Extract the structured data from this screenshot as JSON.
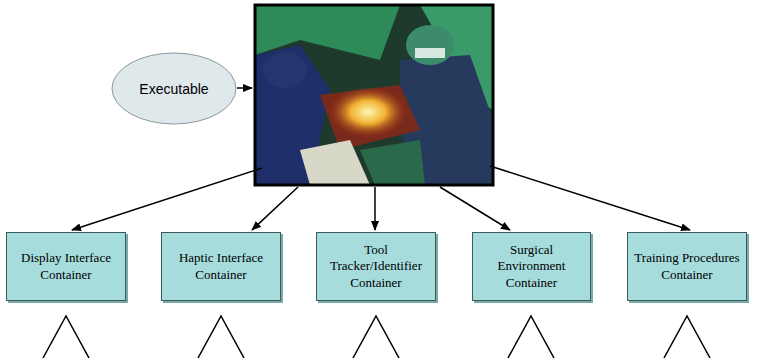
{
  "diagram": {
    "nodes": [
      {
        "text": [
          "Executable"
        ]
      },
      {
        "text": [
          "Display Interface Container"
        ]
      },
      {
        "text": [
          "Haptic Interface Container"
        ]
      },
      {
        "text": [
          "Tool Tracker/Identifier Container"
        ]
      },
      {
        "text": [
          "Surgical Environment Container"
        ]
      },
      {
        "text": [
          "Training Procedures Container"
        ]
      }
    ]
  }
}
